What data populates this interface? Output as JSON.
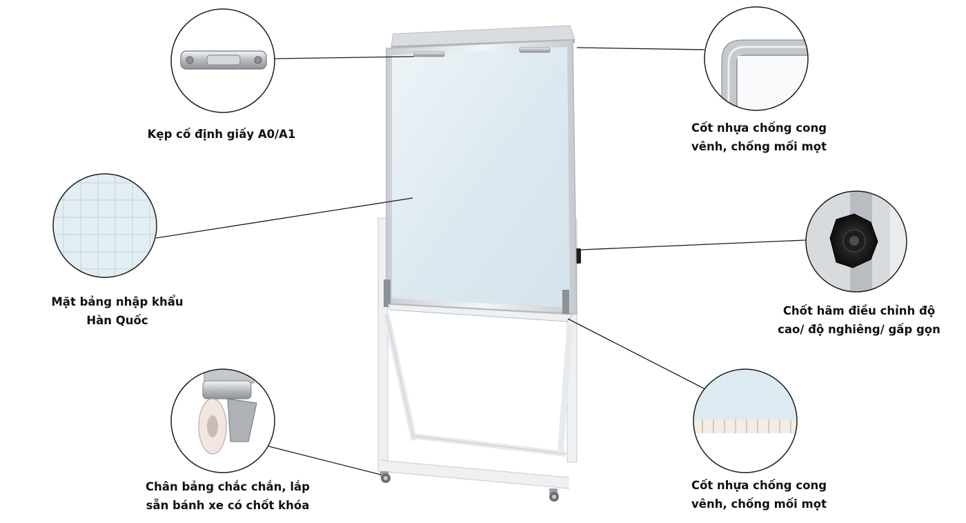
{
  "colors": {
    "board_surface": "#dfeaf1",
    "frame": "#e6e9ed",
    "leader_line": "#1a1a1a",
    "caption_text": "#111111"
  },
  "callouts": {
    "clip": {
      "line1": "Kẹp cố định giấy A0/A1"
    },
    "corner": {
      "line1": "Cốt nhựa chống cong",
      "line2": "vênh, chống mối mọt"
    },
    "surface": {
      "line1": "Mặt bảng nhập khẩu",
      "line2": "Hàn Quốc"
    },
    "knob": {
      "line1": "Chốt hãm điều chỉnh độ",
      "line2": "cao/ độ nghiêng/ gấp gọn"
    },
    "stand": {
      "line1": "Chân bảng chắc chắn, lắp",
      "line2": "sẵn bánh xe có chốt khóa"
    },
    "edge": {
      "line1": "Cốt nhựa chống cong",
      "line2": "vênh, chống mối mọt"
    }
  }
}
